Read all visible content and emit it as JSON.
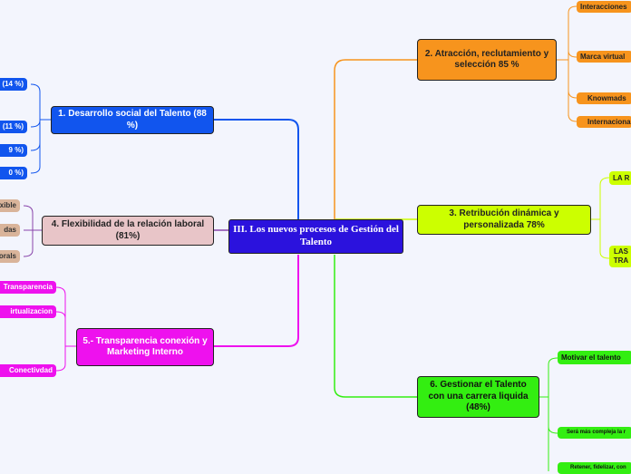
{
  "root": {
    "label": "III. Los nuevos procesos de Gestión del Talento",
    "color": "#2b12dd"
  },
  "branches": {
    "atraccion": {
      "label": "2. Atracción, reclutamiento y selección 85 %",
      "color": "#f7941d",
      "children": [
        "Interacciones",
        "Marca virtual",
        "Knowmads",
        "Internaciona"
      ]
    },
    "retribucion": {
      "label": "3. Retribución dinámica y personalizada 78%",
      "color": "#ccff00",
      "children": [
        "LA R",
        "LAS TRA"
      ]
    },
    "gestionar": {
      "label": "6. Gestionar el Talento con una carrera liquida (48%)",
      "color": "#33ee11",
      "children": [
        "Motivar el talento",
        "Será más compleja la r",
        "Retener, fidelizar, con"
      ]
    },
    "desarrollo": {
      "label": "1. Desarrollo social del Talento (88 %)",
      "color": "#1155ee",
      "children": [
        "(14 %)",
        "(11 %)",
        "9 %)",
        "0 %)"
      ]
    },
    "flexibilidad": {
      "label": "4. Flexibilidad de la relación laboral (81%)",
      "color": "#e8c5c8",
      "line_color": "#8844aa",
      "children": [
        "exible",
        "das",
        "orals"
      ]
    },
    "transparencia": {
      "label": "5.- Transparencia conexión y Marketing Interno",
      "color": "#ee11ee",
      "children": [
        "Transparencia",
        "irtualizacion",
        "Conectivdad"
      ]
    }
  }
}
